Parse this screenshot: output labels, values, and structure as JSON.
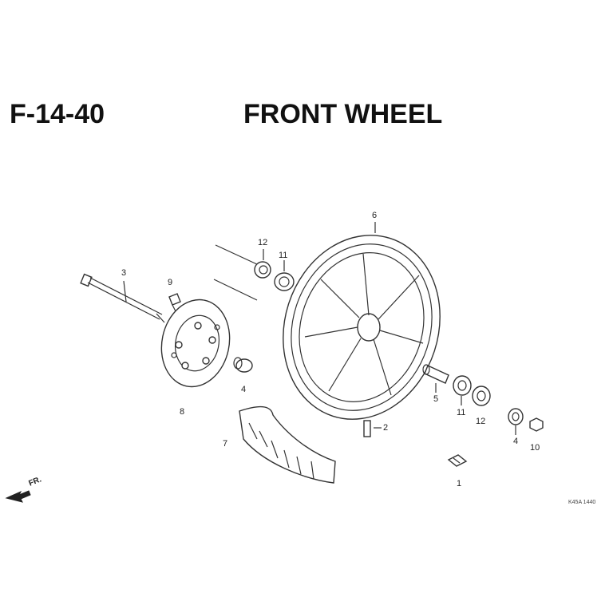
{
  "header": {
    "code": "F-14-40",
    "title": "FRONT WHEEL"
  },
  "callouts": [
    {
      "id": "c1",
      "text": "1"
    },
    {
      "id": "c2",
      "text": "2"
    },
    {
      "id": "c3",
      "text": "3"
    },
    {
      "id": "c4a",
      "text": "4"
    },
    {
      "id": "c4b",
      "text": "4"
    },
    {
      "id": "c5",
      "text": "5"
    },
    {
      "id": "c6",
      "text": "6"
    },
    {
      "id": "c7",
      "text": "7"
    },
    {
      "id": "c8",
      "text": "8"
    },
    {
      "id": "c9",
      "text": "9"
    },
    {
      "id": "c10",
      "text": "10"
    },
    {
      "id": "c11a",
      "text": "11"
    },
    {
      "id": "c11b",
      "text": "11"
    },
    {
      "id": "c12a",
      "text": "12"
    },
    {
      "id": "c12b",
      "text": "12"
    }
  ],
  "direction_label": "FR.",
  "diagram_ref": "K45A 1440"
}
